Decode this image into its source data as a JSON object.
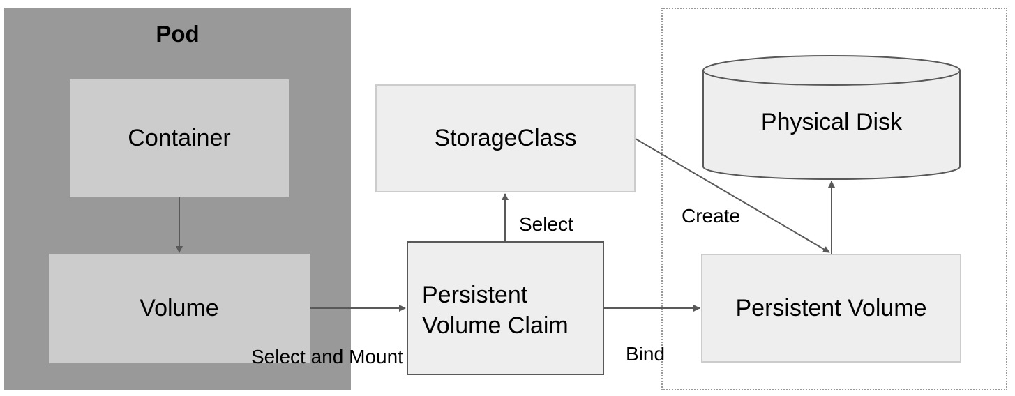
{
  "pod": {
    "title": "Pod"
  },
  "nodes": {
    "container": "Container",
    "volume": "Volume",
    "storage_class": "StorageClass",
    "persistent_volume_claim": "Persistent\nVolume Claim",
    "persistent_volume": "Persistent Volume",
    "physical_disk": "Physical Disk"
  },
  "edges": {
    "select": "Select",
    "select_and_mount": "Select and Mount",
    "bind": "Bind",
    "create": "Create"
  },
  "colors": {
    "pod_background": "#999999",
    "inner_box": "#cccccc",
    "light_box": "#eeeeee",
    "arrow": "#595959"
  }
}
